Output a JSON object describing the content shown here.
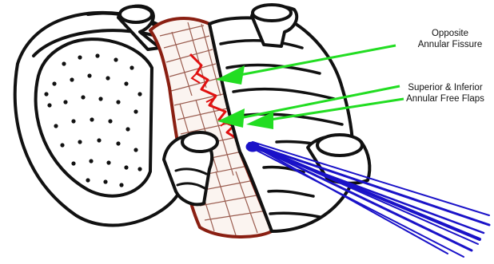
{
  "callouts": {
    "fissure": {
      "line1": "Opposite",
      "line2": "Annular Fissure"
    },
    "flaps": {
      "line1": "Superior & Inferior",
      "line2": "Annular Free Flaps"
    }
  },
  "colors": {
    "ink": "#111111",
    "annulus_outline": "#8a1f12",
    "tear": "#e01010",
    "arrow": "#22dd22",
    "needle": "#1a12c8"
  },
  "icons": {
    "pointer": "green-arrow",
    "instrument": "blue-needle"
  }
}
